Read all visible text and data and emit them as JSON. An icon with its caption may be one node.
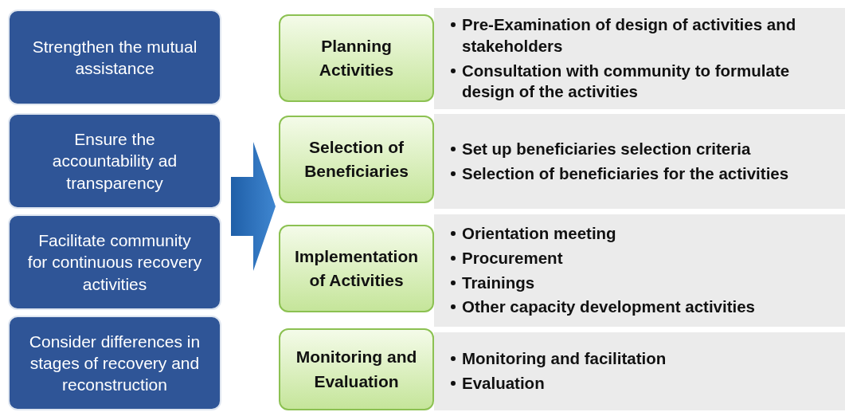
{
  "diagram": {
    "nodes": [
      {
        "text": [
          "Strengthen the mutual assistance"
        ]
      },
      {
        "text": [
          "Ensure the accountability ad transparency"
        ]
      },
      {
        "text": [
          "Facilitate community for continuous recovery activities"
        ]
      },
      {
        "text": [
          "Consider differences in stages of recovery and reconstruction"
        ]
      },
      {
        "text": [
          "Planning Activities"
        ]
      },
      {
        "text": [
          "Pre-Examination of design of activities and stakeholders",
          "Consultation with community to formulate design of the activities"
        ]
      },
      {
        "text": [
          "Selection of Beneficiaries"
        ]
      },
      {
        "text": [
          "Set up beneficiaries selection criteria",
          "Selection of beneficiaries for the activities"
        ]
      },
      {
        "text": [
          "Implementation of Activities"
        ]
      },
      {
        "text": [
          "Orientation meeting",
          "Procurement",
          "Trainings",
          "Other capacity development activities"
        ]
      },
      {
        "text": [
          "Monitoring and Evaluation"
        ]
      },
      {
        "text": [
          "Monitoring and facilitation",
          "Evaluation"
        ]
      }
    ],
    "edges": [
      {
        "from": 1,
        "to": 6,
        "arrow": "to"
      }
    ]
  }
}
